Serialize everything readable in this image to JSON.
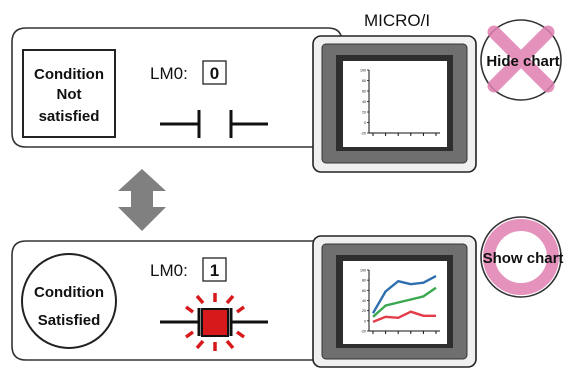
{
  "device_label": "MICRO/I",
  "top_state": {
    "condition_line1": "Condition",
    "condition_line2": "Not",
    "condition_line3": "satisfied",
    "lm_label": "LM0:",
    "lm_value": "0",
    "result_label": "Hide chart",
    "result_symbol": "cross-icon",
    "result_color": "#e07fb1"
  },
  "bottom_state": {
    "condition_line1": "Condition",
    "condition_line2": "Satisfied",
    "lm_label": "LM0:",
    "lm_value": "1",
    "result_label": "Show chart",
    "result_symbol": "circle-icon",
    "result_color": "#e07fb1"
  },
  "arrow": {
    "color": "#808080",
    "symbol": "double-arrow-vertical-icon"
  },
  "chart_data": {
    "type": "line",
    "y_tick_labels": [
      "100",
      "80",
      "60",
      "40",
      "20",
      "0",
      "-20"
    ],
    "ylim": [
      -20,
      100
    ],
    "x": [
      0,
      1,
      2,
      3,
      4,
      5
    ],
    "series": [
      {
        "color": "#2f6fb0",
        "values": [
          15,
          58,
          78,
          72,
          75,
          88
        ]
      },
      {
        "color": "#3aa84f",
        "values": [
          8,
          30,
          36,
          42,
          48,
          65
        ]
      },
      {
        "color": "#e23d48",
        "values": [
          -2,
          8,
          6,
          18,
          10,
          10
        ]
      }
    ]
  }
}
